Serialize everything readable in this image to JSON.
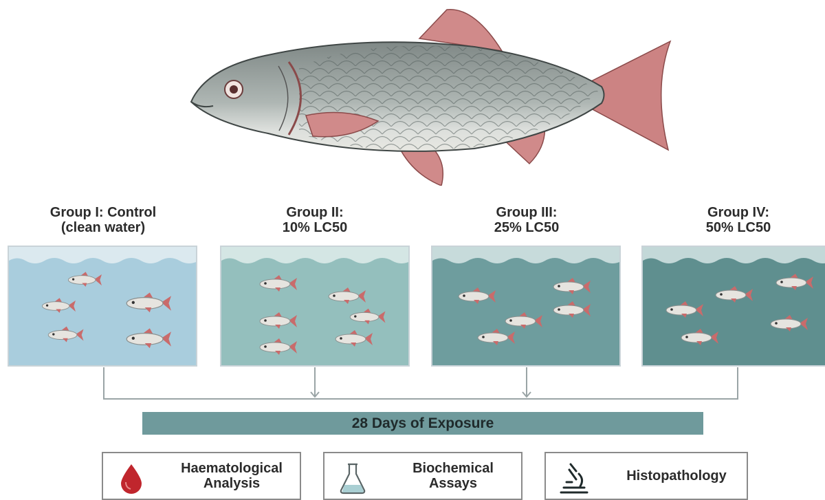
{
  "groups": [
    {
      "line1": "Group I: Control",
      "line2": "(clean water)",
      "water": "#a9cddd",
      "water_top": "#dbe9ef"
    },
    {
      "line1": "Group II:",
      "line2": "10% LC50",
      "water": "#94bfbd",
      "water_top": "#d4e6e4"
    },
    {
      "line1": "Group III:",
      "line2": "25% LC50",
      "water": "#6e9d9e",
      "water_top": "#c7dbdb"
    },
    {
      "line1": "Group IV:",
      "line2": "50% LC50",
      "water": "#5f8f8f",
      "water_top": "#c3d8d8"
    }
  ],
  "exposure": {
    "label": "28 Days of Exposure"
  },
  "analyses": [
    {
      "line1": "Haematological",
      "line2": "Analysis",
      "icon": "blood-drop-icon"
    },
    {
      "line1": "Biochemical",
      "line2": "Assays",
      "icon": "flask-icon"
    },
    {
      "line1": "Histopathology",
      "line2": "",
      "icon": "microscope-icon"
    }
  ],
  "colors": {
    "fish_body": "#9fa8a6",
    "fish_fin": "#d08a8a",
    "flow_line": "#9aa4a6",
    "bar": "#6f9a9c"
  }
}
